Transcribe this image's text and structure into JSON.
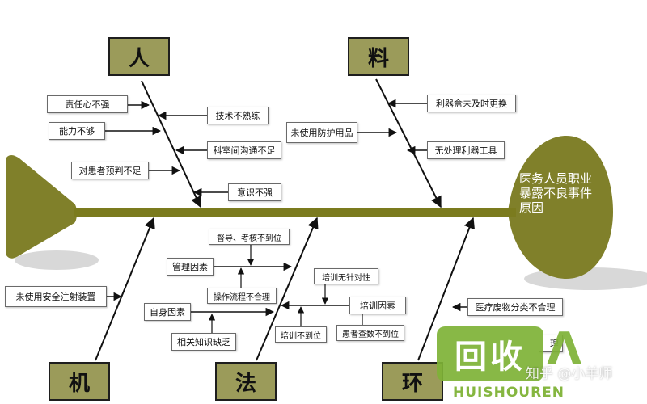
{
  "colors": {
    "spine": "#7b7b1e",
    "category_fill": "#9b9b5a",
    "head_fill": "#80802a",
    "tail_fill": "#80802a",
    "shadow": "#d8d8d8",
    "watermark": "#7eb236"
  },
  "effect": "医务人员职业暴露不良事件原因",
  "categories": {
    "ren": "人",
    "liao": "料",
    "ji": "机",
    "fa": "法",
    "huan": "环"
  },
  "causes": {
    "zerenxin": "责任心不强",
    "nengli": "能力不够",
    "yupan": "对患者预判不足",
    "jishu": "技术不熟练",
    "goutong": "科室间沟通不足",
    "yishi": "意识不强",
    "liqihe": "利器盒未及时更换",
    "fanghu": "未使用防护用品",
    "chuli": "无处理利器工具",
    "zhushe": "未使用安全注射装置",
    "duzhi": "督导、考核不到位",
    "guanli": "管理因素",
    "liucheng": "操作流程不合理",
    "ziShen": "自身因素",
    "zhishi": "相关知识缺乏",
    "zhenduixing": "培训无针对性",
    "peixun": "培训因素",
    "budaowei": "培训不到位",
    "huanzhe": "患者查数不到位",
    "feiwu": "医疗废物分类不合理",
    "huan_partial": "理"
  },
  "watermark": {
    "logo": "回收",
    "user": "知乎 @小羊师",
    "brand": "HUISHOUREN"
  }
}
